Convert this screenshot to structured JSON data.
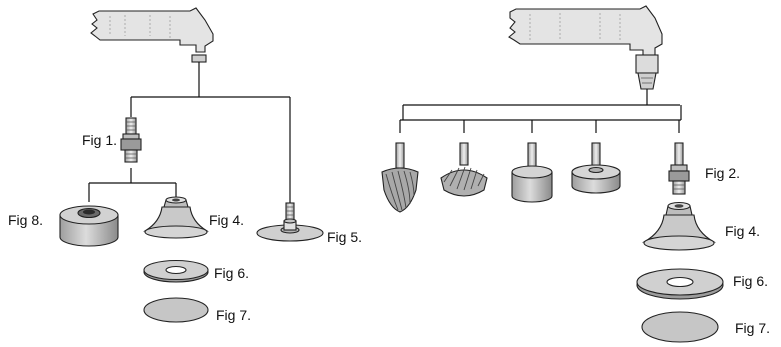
{
  "labels": {
    "left_fig1": "Fig 1.",
    "left_fig8": "Fig 8.",
    "left_fig4": "Fig 4.",
    "left_fig5": "Fig 5.",
    "left_fig6": "Fig 6.",
    "left_fig7": "Fig 7.",
    "right_fig2": "Fig 2.",
    "right_fig4": "Fig 4.",
    "right_fig6": "Fig 6.",
    "right_fig7": "Fig 7."
  },
  "colors": {
    "tool_body": "#e2e2e2",
    "part_fill": "#c9c9c9",
    "part_dark": "#8c8c8c",
    "metal_light": "#e8e8e8",
    "outline": "#222222"
  }
}
